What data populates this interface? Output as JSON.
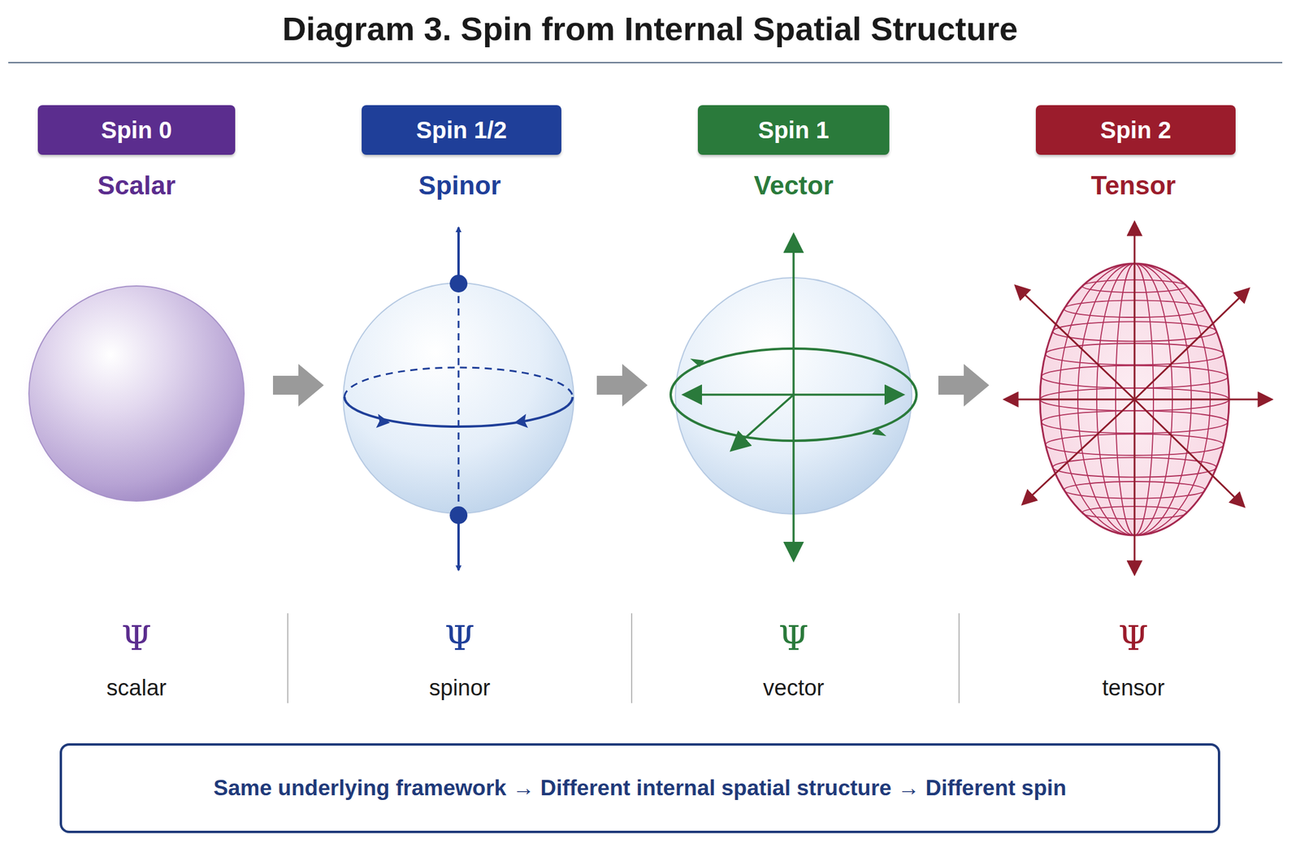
{
  "diagram": {
    "title": "Diagram 3.  Spin from Internal Spatial Structure",
    "nodes": [
      {
        "text": [
          "Spin 0"
        ]
      },
      {
        "text": [
          "Spin 1/2"
        ]
      },
      {
        "text": [
          "Spin 1"
        ]
      },
      {
        "text": [
          "Spin 2"
        ]
      },
      {
        "text": [
          "Same underlying framework → Different internal spatial structure → Different spin"
        ]
      }
    ],
    "edges": [],
    "labels": [
      "Scalar",
      "Spinor",
      "Vector",
      "Tensor",
      "Ψ",
      "scalar",
      "Ψ",
      "spinor",
      "Ψ",
      "vector",
      "Ψ",
      "tensor"
    ]
  }
}
